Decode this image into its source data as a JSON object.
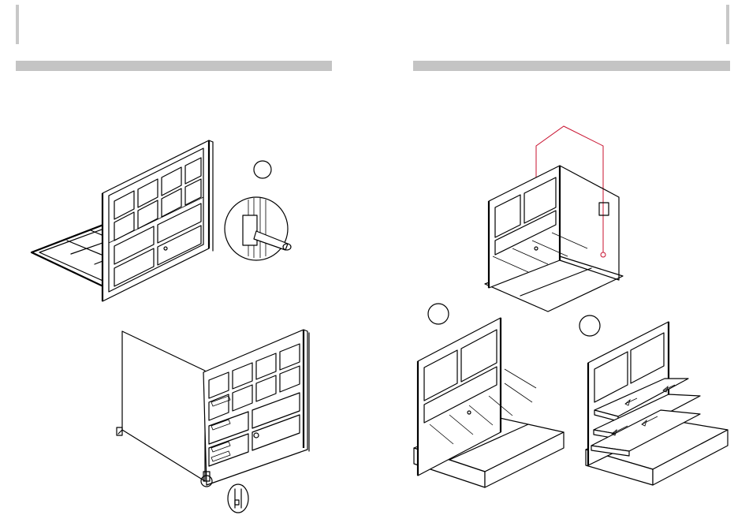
{
  "colors": {
    "band": "#c4c4c4",
    "edge": "#c8c8c8",
    "line": "#000000",
    "callout": "#c8102e"
  },
  "figures": [
    {
      "id": "frame-on-back",
      "label": ""
    },
    {
      "id": "side-panel-attach",
      "label": ""
    },
    {
      "id": "cabinet-with-callout",
      "label": ""
    },
    {
      "id": "cabinet-shelf-pins",
      "label": ""
    },
    {
      "id": "cabinet-shelves-insert",
      "label": ""
    }
  ]
}
